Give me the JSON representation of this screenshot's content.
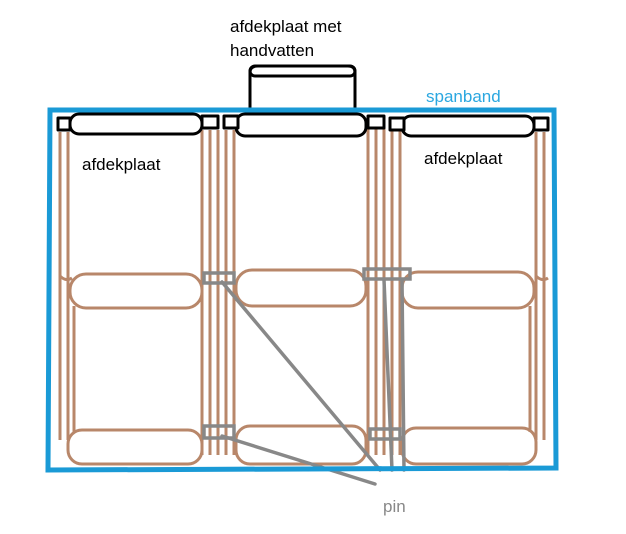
{
  "labels": {
    "cover_with_handles_line1": "afdekplaat met",
    "cover_with_handles_line2": "handvatten",
    "strap": "spanband",
    "cover_left": "afdekplaat",
    "cover_right": "afdekplaat",
    "pin": "pin"
  },
  "colors": {
    "strap": "#1a9ad6",
    "strap_label": "#2aa7e0",
    "frame": "#b8876a",
    "pin": "#888888",
    "ink": "#000000"
  }
}
